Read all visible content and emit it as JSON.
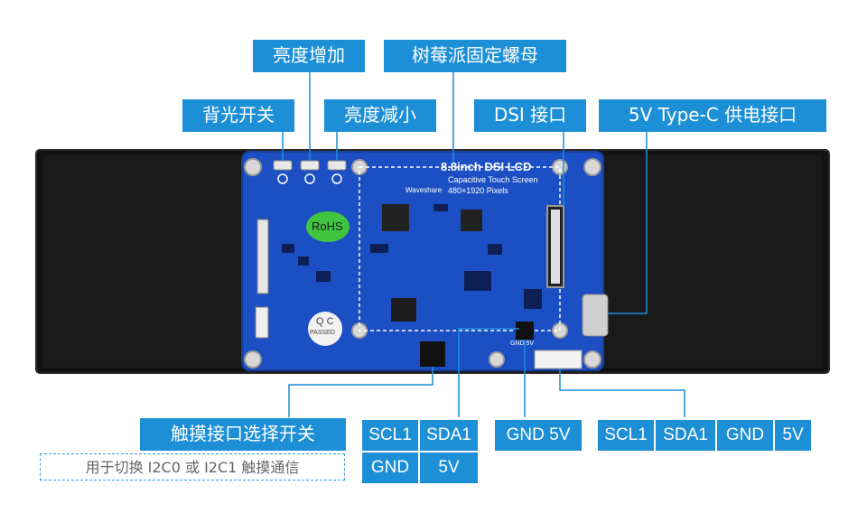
{
  "labels": {
    "brightness_up": "亮度增加",
    "rpi_nut": "树莓派固定螺母",
    "backlight": "背光开关",
    "brightness_down": "亮度减小",
    "dsi": "DSI 接口",
    "typec": "5V Type-C 供电接口",
    "touch_switch": "触摸接口选择开关",
    "touch_switch_note": "用于切换 I2C0 或 I2C1 触摸通信"
  },
  "pins_left": {
    "row1": [
      "SCL1",
      "SDA1"
    ],
    "row2": [
      "GND",
      "5V"
    ]
  },
  "pins_mid": "GND 5V",
  "pins_right": [
    "SCL1",
    "SDA1",
    "GND",
    "5V"
  ],
  "board": {
    "title": "8.8inch DSI LCD",
    "subtitle": "Capacitive Touch Screen",
    "resolution": "480×1920 Pixels",
    "brand": "Waveshare",
    "rohs": "RoHS",
    "qc": "Q C",
    "qc_passed": "PASSED",
    "gnd5v": "GND 5V"
  },
  "colors": {
    "label_blue": "#1c8fd6",
    "pcb_blue": "#1a4fbf",
    "panel": "#111111"
  }
}
